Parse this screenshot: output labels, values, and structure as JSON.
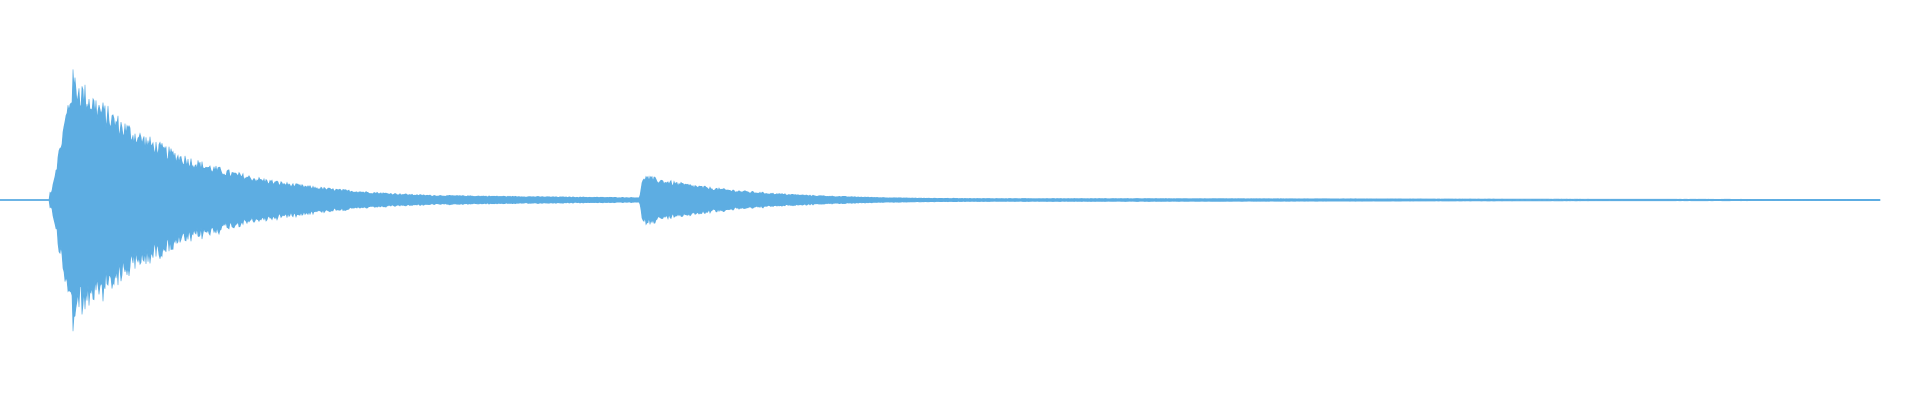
{
  "waveform": {
    "color": "#5dade2",
    "background": "#ffffff",
    "onsets": [
      {
        "time": 0.026,
        "peak": 0.57,
        "attack": 0.012,
        "decay": 0.055
      },
      {
        "time": 0.333,
        "peak": 0.11,
        "attack": 0.002,
        "decay": 0.05
      }
    ]
  }
}
